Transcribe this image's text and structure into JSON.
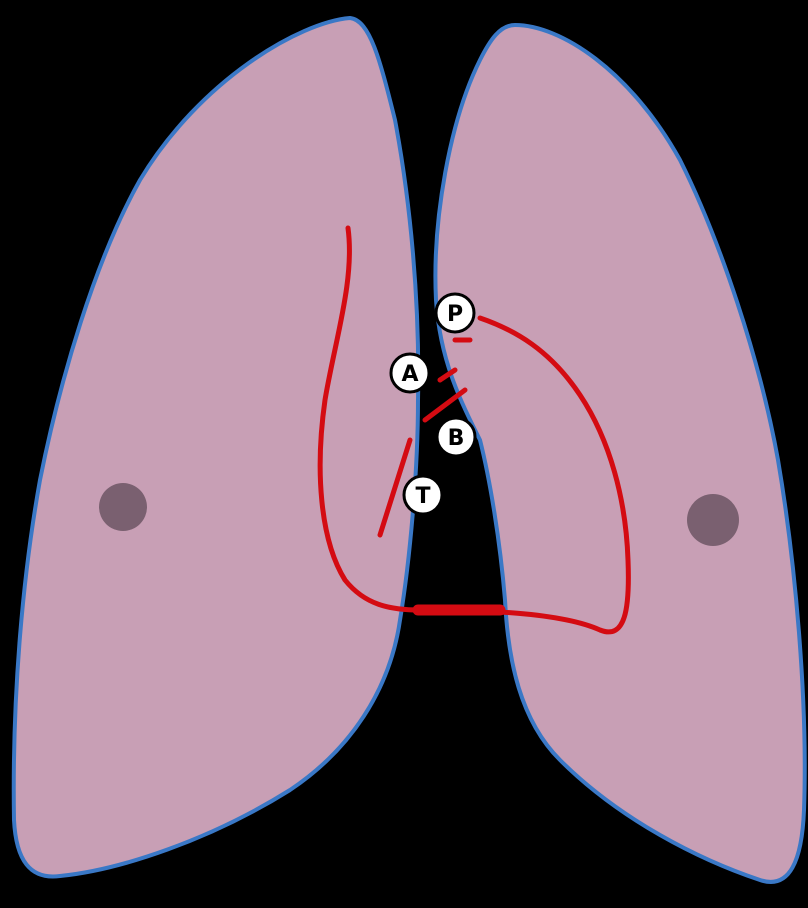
{
  "colors": {
    "background": "#000000",
    "upper_lobe": "#c89fb5",
    "lower_lobe": "#b8dcef",
    "outline": "#3a78c6",
    "red_line": "#d40b12",
    "dots": "#111111",
    "node": "#7a6070",
    "marker_fill": "#ffffff",
    "marker_text": "#000000"
  },
  "markers": {
    "p": "P",
    "a": "A",
    "b": "B",
    "t": "T"
  },
  "icons": {
    "left_node": "lymph-node-icon",
    "right_node": "lymph-node-icon"
  }
}
